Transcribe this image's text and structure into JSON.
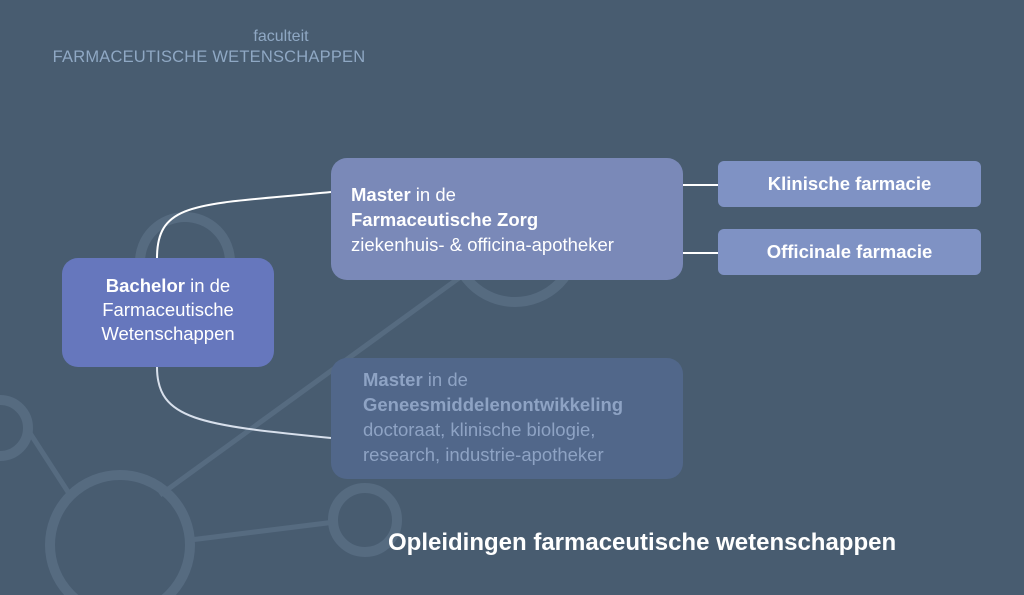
{
  "header": {
    "subtitle": "faculteit",
    "title": "FARMACEUTISCHE WETENSCHAPPEN"
  },
  "bachelor": {
    "bold": "Bachelor",
    "rest": " in de",
    "line2": "Farmaceutische",
    "line3": "Wetenschappen"
  },
  "master_zorg": {
    "bold": "Master",
    "rest": " in de",
    "line2": "Farmaceutische Zorg",
    "line3": "ziekenhuis- & officina-apotheker"
  },
  "master_gm": {
    "bold": "Master",
    "rest": " in de",
    "line2": "Geneesmiddelenontwikkeling",
    "line3": "doctoraat, klinische biologie,",
    "line4": "research, industrie-apotheker"
  },
  "specializations": [
    "Klinische farmacie",
    "Officinale farmacie"
  ],
  "footer": {
    "title": "Opleidingen farmaceutische wetenschappen"
  },
  "colors": {
    "background": "#485c70",
    "bachelor": "#6677bd",
    "master_zorg": "#7a89b8",
    "master_gm": "#51678a",
    "pill": "#7f92c4"
  }
}
